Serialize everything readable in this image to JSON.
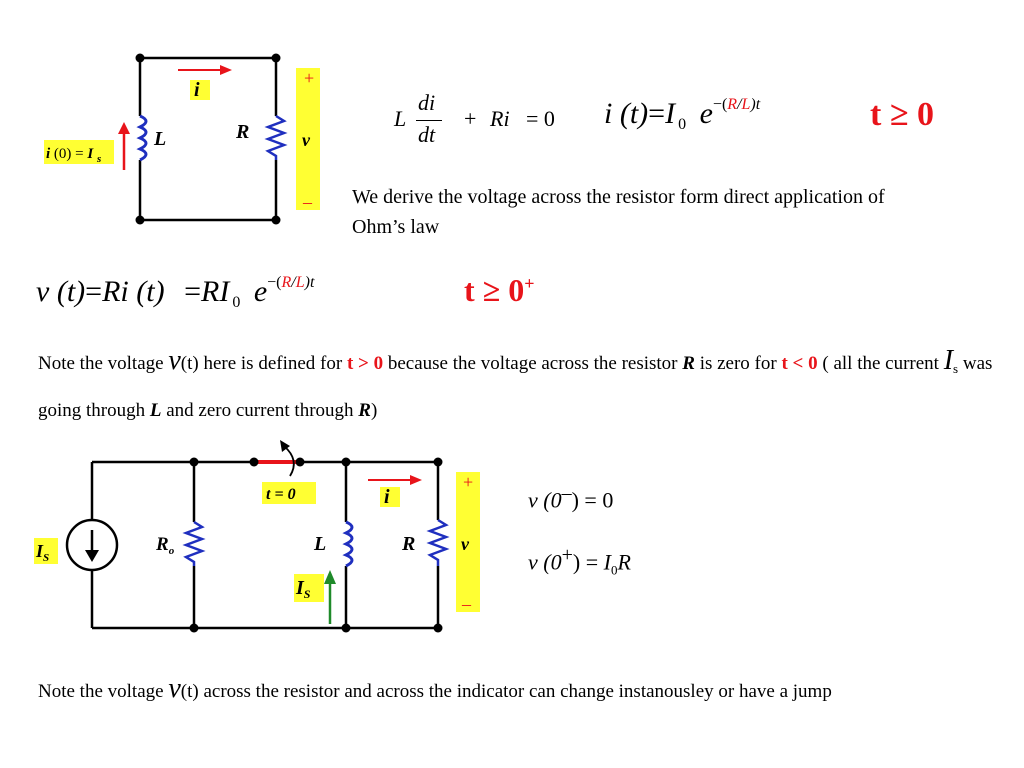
{
  "circuit1": {
    "current_label": "i",
    "initial_i": "i",
    "initial_paren": "(0) =",
    "initial_I": "I",
    "initial_sub": "s",
    "inductor_label": "L",
    "resistor_label": "R",
    "v_plus": "+",
    "v_label": "v",
    "v_minus": "–"
  },
  "eq_diff": {
    "L": "L",
    "num": "di",
    "den": "dt",
    "plus": "+",
    "Ri": "Ri",
    "eq0": "= 0"
  },
  "eq_current": {
    "i": "i",
    "t_paren": "(t)",
    "eq": "=",
    "I": "I",
    "sub0": "0",
    "e": "e",
    "exp_pre": "−(",
    "exp_R": "R",
    "exp_slash": "/",
    "exp_L": "L",
    "exp_post": ")t"
  },
  "cond1": {
    "text": "t ≥ 0"
  },
  "derive_text": "We derive the voltage across the resistor form direct application of Ohm’s law",
  "eq_voltage": {
    "v": "v",
    "t_paren": "(t)",
    "eq": "=",
    "Ri": "Ri",
    "t_paren2": "(t)",
    "eq2": "=",
    "RI": "RI",
    "sub0": "0",
    "e": "e",
    "exp_pre": "−(",
    "exp_R": "R",
    "exp_slash": "/",
    "exp_L": "L",
    "exp_post": ")t"
  },
  "cond2": {
    "text": "t ≥ 0",
    "sup": "+"
  },
  "note1": {
    "p1": "Note the voltage ",
    "v": "v",
    "p2": "(t)  here is defined for ",
    "cond_gt": "t > 0",
    "p3": " because the voltage across the resistor ",
    "R": "R",
    "p4": " is zero for ",
    "cond_lt": "t < 0",
    "p5": " ( all the current ",
    "I": "I",
    "sub_s": "s",
    "p6": " was going through ",
    "L": "L",
    "p7": " and zero current through ",
    "R2": "R",
    "p8": ")"
  },
  "circuit2": {
    "source_I": "I",
    "source_sub": "S",
    "Ro": "R",
    "Ro_sub": "o",
    "switch_label": "t = 0",
    "current_label": "i",
    "inductor_label": "L",
    "Is_I": "I",
    "Is_sub": "S",
    "resistor_label": "R",
    "v_plus": "+",
    "v_label": "v",
    "v_minus": "–"
  },
  "eq_v0": {
    "line1_pre": "v (0",
    "line1_sup": "–",
    "line1_post": ") = 0",
    "line2_pre": "v (0",
    "line2_sup": "+",
    "line2_post": ") = ",
    "line2_I": "I",
    "line2_sub": "0",
    "line2_R": "R"
  },
  "note2": {
    "p1": "Note the voltage ",
    "v": "v",
    "p2": "(t) across the resistor and across the indicator can change instanousley or have a jump"
  },
  "colors": {
    "wire": "#000000",
    "coil": "#1f2fbf",
    "arrow_red": "#e8141a",
    "highlight": "#ffff33",
    "arrow_green": "#1f8a2a"
  }
}
